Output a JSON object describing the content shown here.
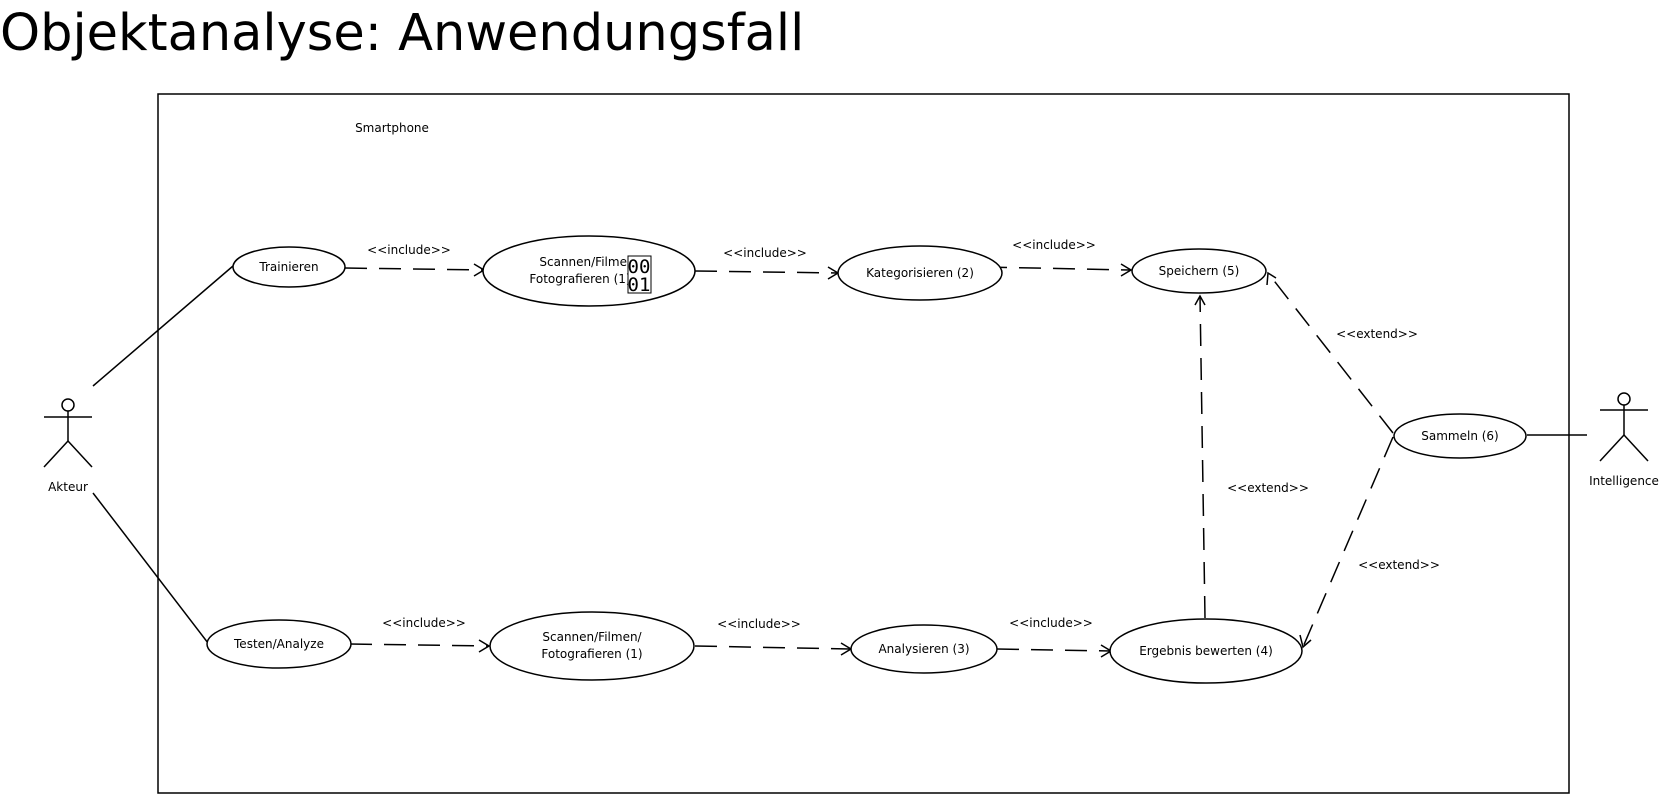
{
  "title": "Objektanalyse: Anwendungsfall",
  "system_boundary": {
    "label": "Smartphone"
  },
  "actors": {
    "akteur": {
      "label": "Akteur"
    },
    "intelligence": {
      "label": "Intelligence"
    }
  },
  "use_cases": {
    "trainieren": {
      "label": "Trainieren"
    },
    "scannen_top": {
      "label_line1": "Scannen/Filmen/",
      "label_line2": "Fotografieren (1)",
      "glyph_line1": "00",
      "glyph_line2": "01"
    },
    "kategorisieren": {
      "label": "Kategorisieren (2)"
    },
    "speichern": {
      "label": "Speichern (5)"
    },
    "sammeln": {
      "label": "Sammeln (6)"
    },
    "testen": {
      "label": "Testen/Analyze"
    },
    "scannen_bottom": {
      "label_line1": "Scannen/Filmen/",
      "label_line2": "Fotografieren (1)"
    },
    "analysieren": {
      "label": "Analysieren (3)"
    },
    "ergebnis": {
      "label": "Ergebnis bewerten (4)"
    }
  },
  "relationships": {
    "include": "<<include>>",
    "extend": "<<extend>>"
  }
}
